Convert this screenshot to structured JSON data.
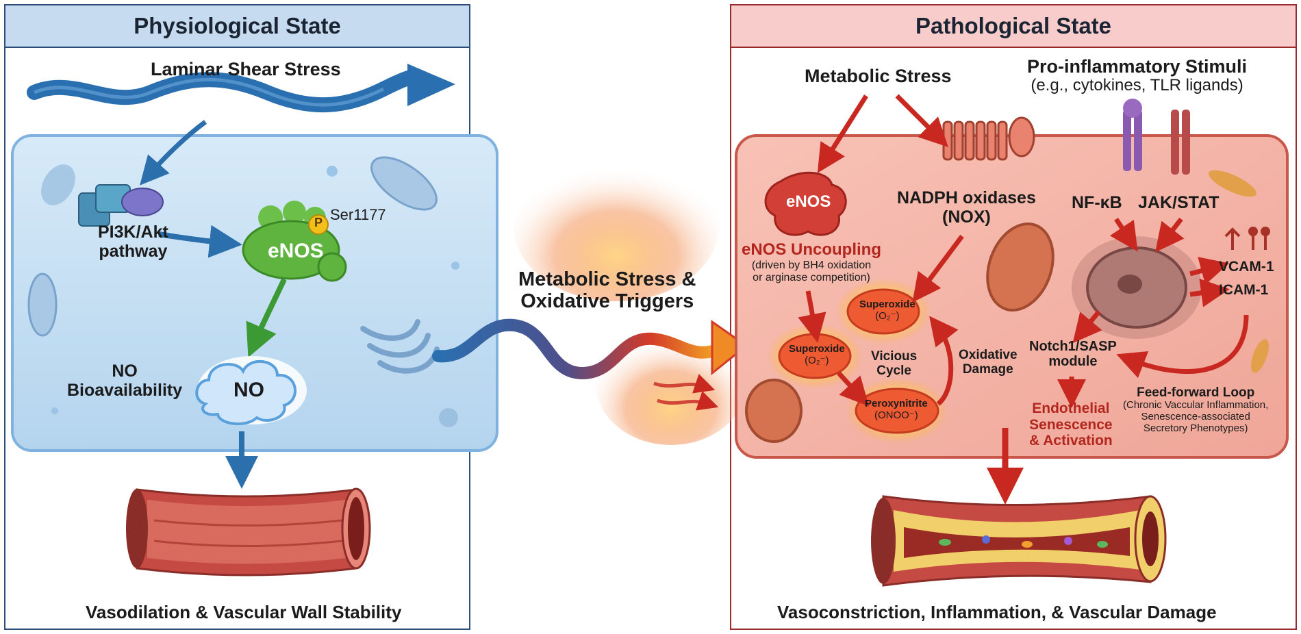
{
  "physiological": {
    "title": "Physiological State",
    "shear_stress": "Laminar Shear Stress",
    "pi3k_line1": "PI3K/Akt",
    "pi3k_line2": "pathway",
    "enos": "eNOS",
    "phospho_badge": "P",
    "ser": "Ser1177",
    "no_bio_line1": "NO",
    "no_bio_line2": "Bioavailability",
    "no_cloud": "NO",
    "outcome": "Vasodilation & Vascular Wall Stability"
  },
  "transition": {
    "line1": "Metabolic Stress &",
    "line2": "Oxidative Triggers"
  },
  "pathological": {
    "title": "Pathological State",
    "metabolic_stress": "Metabolic Stress",
    "pro_inflam_title": "Pro-inflammatory Stimuli",
    "pro_inflam_sub": "(e.g., cytokines, TLR ligands)",
    "enos": "eNOS",
    "nadph_line1": "NADPH oxidases",
    "nadph_line2": "(NOX)",
    "nfkb": "NF-κB",
    "jakstat": "JAK/STAT",
    "uncoupling_title": "eNOS Uncoupling",
    "uncoupling_sub1": "(driven by BH4 oxidation",
    "uncoupling_sub2": "or arginase competition)",
    "superoxide_top_line1": "Superoxide",
    "superoxide_top_line2": "(O₂⁻)",
    "superoxide_left_line1": "Superoxide",
    "superoxide_left_line2": "(O₂⁻)",
    "vicious_line1": "Vicious",
    "vicious_line2": "Cycle",
    "oxidative_line1": "Oxidative",
    "oxidative_line2": "Damage",
    "peroxynitrite_line1": "Peroxynitrite",
    "peroxynitrite_line2": "(ONOO⁻)",
    "vcam": "VCAM-1",
    "icam": "ICAM-1",
    "notch_line1": "Notch1/SASP",
    "notch_line2": "module",
    "senescence_line1": "Endothelial",
    "senescence_line2": "Senescence",
    "senescence_line3": "& Activation",
    "feed_title": "Feed-forward Loop",
    "feed_sub1": "(Chronic Vaccular Inflammation,",
    "feed_sub2": "Senescence-associated",
    "feed_sub3": "Secretory Phenotypes)",
    "outcome": "Vasoconstriction, Inflammation, & Vascular Damage"
  }
}
